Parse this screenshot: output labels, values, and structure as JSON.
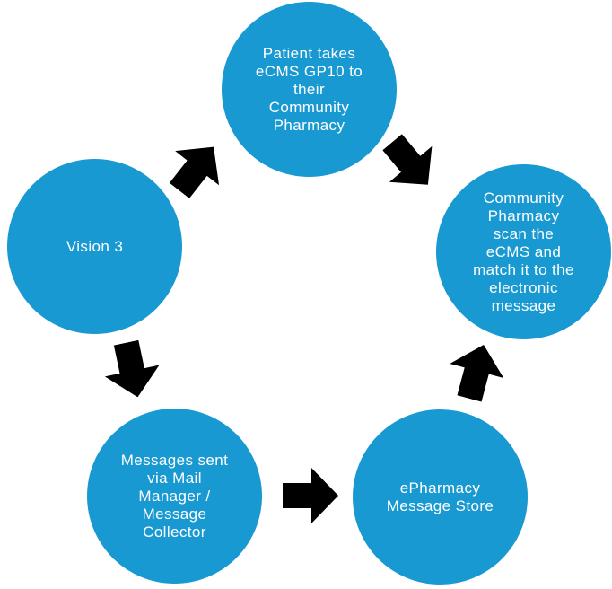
{
  "diagram": {
    "description": "eCMS GP10 prescription message flow cycle",
    "nodes": [
      {
        "id": "patient-takes-gp10",
        "label": "Patient takes\neCMS GP10 to\ntheir\nCommunity\nPharmacy"
      },
      {
        "id": "community-pharmacy-scan",
        "label": "Community\nPharmacy\nscan the\neCMS and\nmatch it to the\nelectronic\nmessage"
      },
      {
        "id": "vision-3",
        "label": "Vision 3"
      },
      {
        "id": "messages-sent-mail-manager",
        "label": "Messages sent\nvia Mail\nManager /\nMessage\nCollector"
      },
      {
        "id": "epharmacy-message-store",
        "label": "ePharmacy\nMessage Store"
      }
    ],
    "arrows": [
      {
        "id": "vision3-to-patient",
        "direction": "up-right"
      },
      {
        "id": "patient-to-community-pharmacy",
        "direction": "down-right"
      },
      {
        "id": "message-store-to-community-pharmacy",
        "direction": "up"
      },
      {
        "id": "mail-manager-to-message-store",
        "direction": "right"
      },
      {
        "id": "vision3-to-mail-manager",
        "direction": "down"
      }
    ],
    "colors": {
      "node_fill": "#1899d2",
      "node_text": "#ffffff",
      "arrow_fill": "#000000",
      "background": "#ffffff"
    }
  }
}
